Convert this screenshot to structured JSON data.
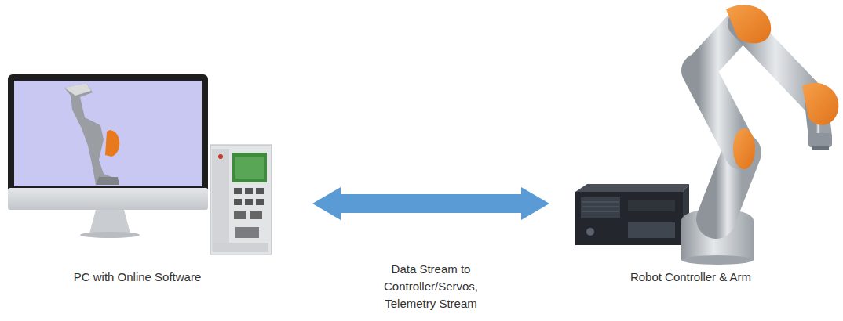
{
  "diagram": {
    "nodes": [
      {
        "text": [
          "PC with Online Software"
        ]
      },
      {
        "text": [
          "Robot Controller & Arm"
        ]
      }
    ],
    "edges": [
      {
        "from": 0,
        "to": 1,
        "label": "Data Stream to Controller/Servos, Telemetry Stream",
        "arrow": "both"
      }
    ]
  }
}
